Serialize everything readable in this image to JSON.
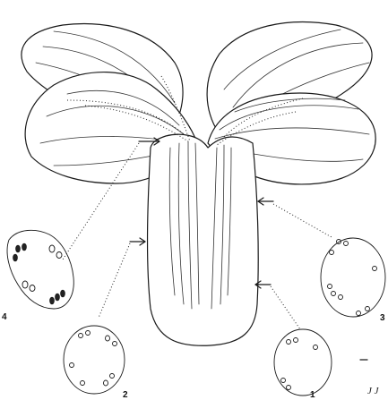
{
  "section_labels": {
    "s1": "1",
    "s2": "2",
    "s3": "3",
    "s4": "4"
  },
  "initials": "J J"
}
